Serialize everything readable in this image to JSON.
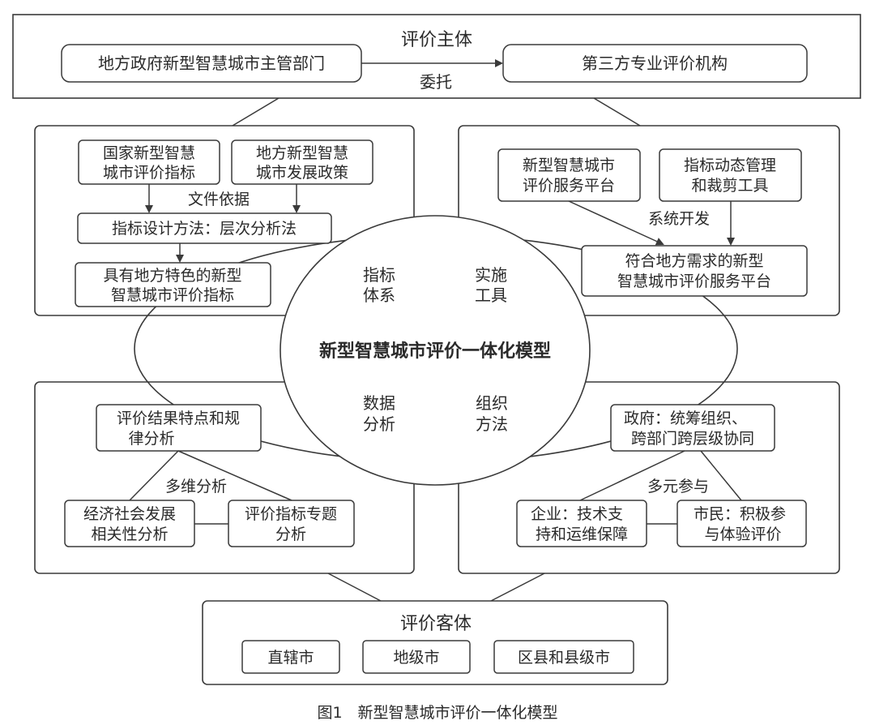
{
  "top": {
    "title": "评价主体",
    "left_box": "地方政府新型智慧城市主管部门",
    "right_box": "第三方专业评价机构",
    "arrow_label": "委托"
  },
  "indicator": {
    "quadrant_label": [
      "指标",
      "体系"
    ],
    "box_national": [
      "国家新型智慧",
      "城市评价指标"
    ],
    "box_local_policy": [
      "地方新型智慧",
      "城市发展政策"
    ],
    "basis_label": "文件依据",
    "box_method": "指标设计方法：层次分析法",
    "box_result": [
      "具有地方特色的新型",
      "智慧城市评价指标"
    ]
  },
  "tools": {
    "quadrant_label": [
      "实施",
      "工具"
    ],
    "box_platform": [
      "新型智慧城市",
      "评价服务平台"
    ],
    "box_dynamic": [
      "指标动态管理",
      "和裁剪工具"
    ],
    "dev_label": "系统开发",
    "box_result": [
      "符合地方需求的新型",
      "智慧城市评价服务平台"
    ]
  },
  "center": {
    "model_title": "新型智慧城市评价一体化模型"
  },
  "data_analysis": {
    "quadrant_label": [
      "数据",
      "分析"
    ],
    "box_results": [
      "评价结果特点和规",
      "律分析"
    ],
    "multi_label": "多维分析",
    "box_econ": [
      "经济社会发展",
      "相关性分析"
    ],
    "box_special": [
      "评价指标专题",
      "分析"
    ]
  },
  "organization": {
    "quadrant_label": [
      "组织",
      "方法"
    ],
    "box_gov": [
      "政府：统筹组织、",
      "跨部门跨层级协同"
    ],
    "multi_label": "多元参与",
    "box_enterprise": [
      "企业：技术支",
      "持和运维保障"
    ],
    "box_citizen": [
      "市民：积极参",
      "与体验评价"
    ]
  },
  "bottom": {
    "title": "评价客体",
    "items": [
      "直辖市",
      "地级市",
      "区县和县级市"
    ]
  },
  "caption": "图1　新型智慧城市评价一体化模型"
}
